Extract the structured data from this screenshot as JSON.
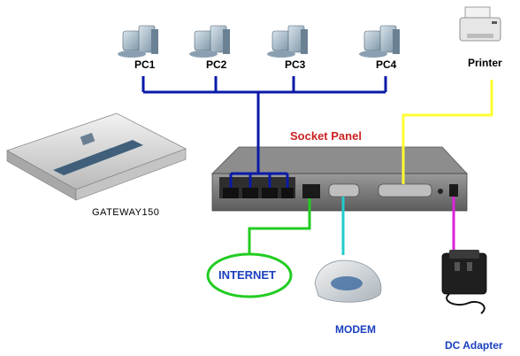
{
  "pcs": [
    {
      "label": "PC1"
    },
    {
      "label": "PC2"
    },
    {
      "label": "PC3"
    },
    {
      "label": "PC4"
    }
  ],
  "printer": {
    "label": "Printer"
  },
  "socket_panel": {
    "label": "Socket Panel"
  },
  "gateway": {
    "label": "GATEWAY150"
  },
  "internet": {
    "label": "INTERNET"
  },
  "modem": {
    "label": "MODEM"
  },
  "dc_adapter": {
    "label": "DC Adapter"
  },
  "colors": {
    "lan_cable": "#0a1aa8",
    "printer_cable": "#ffff33",
    "internet_cable": "#22cc22",
    "modem_cable": "#22cccc",
    "power_cable": "#dd22dd",
    "socket_label": "#cc2222",
    "internet_label": "#1a3fbf",
    "modem_label": "#1a3fbf",
    "dc_label": "#1a3fbf"
  }
}
